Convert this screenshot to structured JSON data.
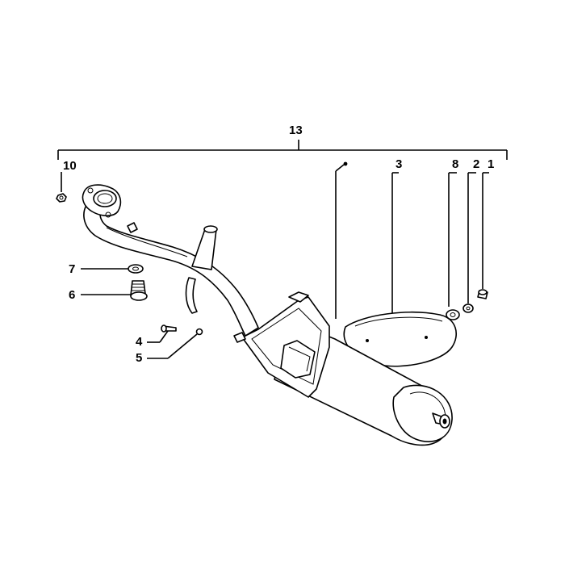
{
  "labels": {
    "l13": "13",
    "l10": "10",
    "l3": "3",
    "l8": "8",
    "l2": "2",
    "l1": "1",
    "l7": "7",
    "l6": "6",
    "l4": "4",
    "l5": "5"
  }
}
